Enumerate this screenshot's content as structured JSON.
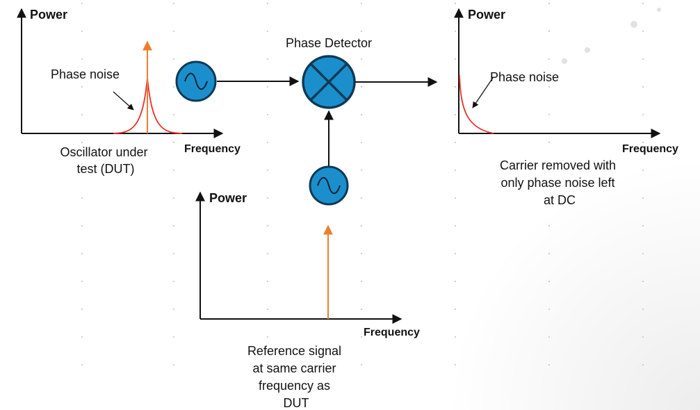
{
  "colors": {
    "circle_fill": "#1b8fcc",
    "circle_stroke": "#0e3a55",
    "carrier": "#ee7d2e",
    "noise": "#e8302a",
    "axis": "#111111"
  },
  "icons": {
    "oscillator": "sine-wave-icon",
    "mixer": "cross-multiply-icon"
  },
  "dut_plot": {
    "ylabel": "Power",
    "xlabel": "Frequency",
    "annotation": "Phase noise",
    "caption": [
      "Oscillator under",
      "test (DUT)"
    ]
  },
  "phase_detector": {
    "label": "Phase Detector"
  },
  "reference_plot": {
    "ylabel": "Power",
    "xlabel": "Frequency",
    "caption": [
      "Reference signal",
      "at same carrier",
      "frequency as",
      "DUT"
    ]
  },
  "output_plot": {
    "ylabel": "Power",
    "xlabel": "Frequency",
    "annotation": "Phase noise",
    "caption": [
      "Carrier removed with",
      "only phase noise left",
      "at DC"
    ]
  }
}
